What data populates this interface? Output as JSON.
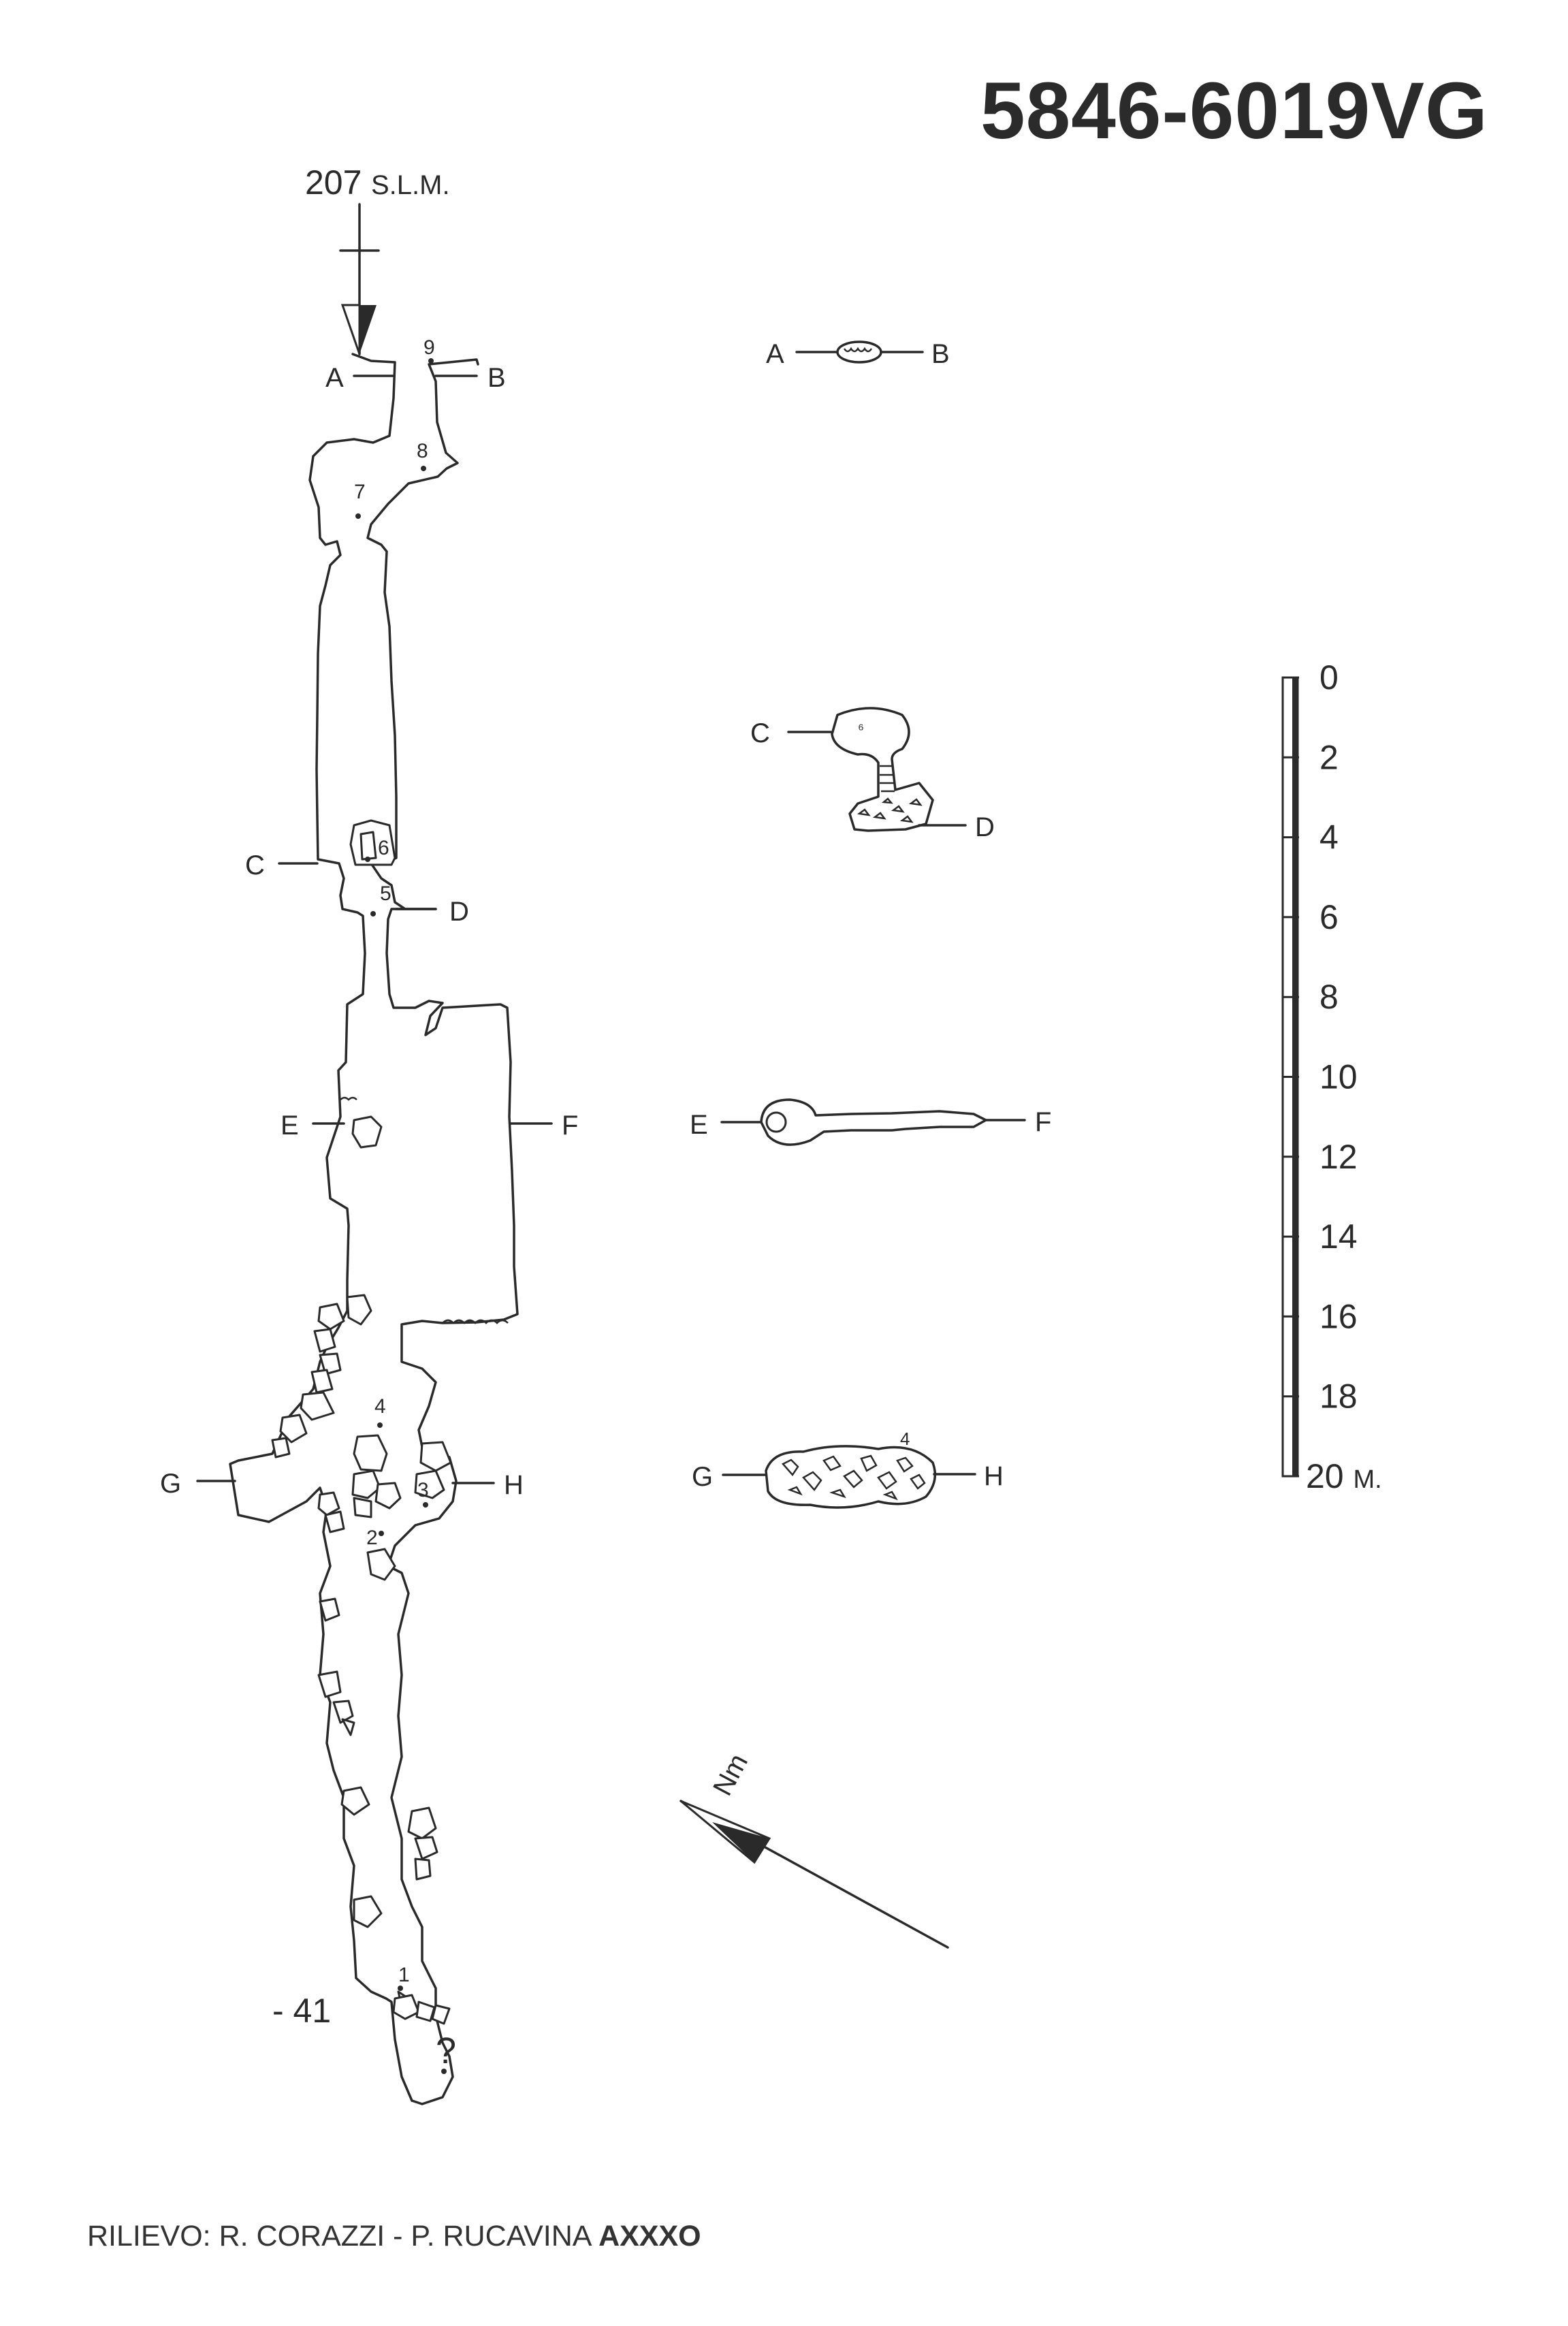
{
  "sheet": {
    "code": "5846-6019VG",
    "credit_prefix": "RILIEVO: R. CORAZZI - P. RUCAVINA",
    "credit_suffix": "AXXXO"
  },
  "profile": {
    "entrance_elevation": "207",
    "elevation_unit": "S.L.M.",
    "bottom_depth": "- 41",
    "end_mark": "?",
    "station_numbers": [
      "1",
      "2",
      "3",
      "4",
      "5",
      "6",
      "7",
      "8",
      "9"
    ]
  },
  "sections": [
    {
      "from": "A",
      "to": "B"
    },
    {
      "from": "C",
      "to": "D"
    },
    {
      "from": "E",
      "to": "F"
    },
    {
      "from": "G",
      "to": "H"
    }
  ],
  "north_arrow": {
    "label": "Nm"
  },
  "scale_bar": {
    "ticks": [
      "0",
      "2",
      "4",
      "6",
      "8",
      "10",
      "12",
      "14",
      "16",
      "18",
      "20 M."
    ],
    "max_value": 20,
    "unit": "M."
  },
  "colors": {
    "ink": "#2a2a2a",
    "paper": "#ffffff"
  }
}
